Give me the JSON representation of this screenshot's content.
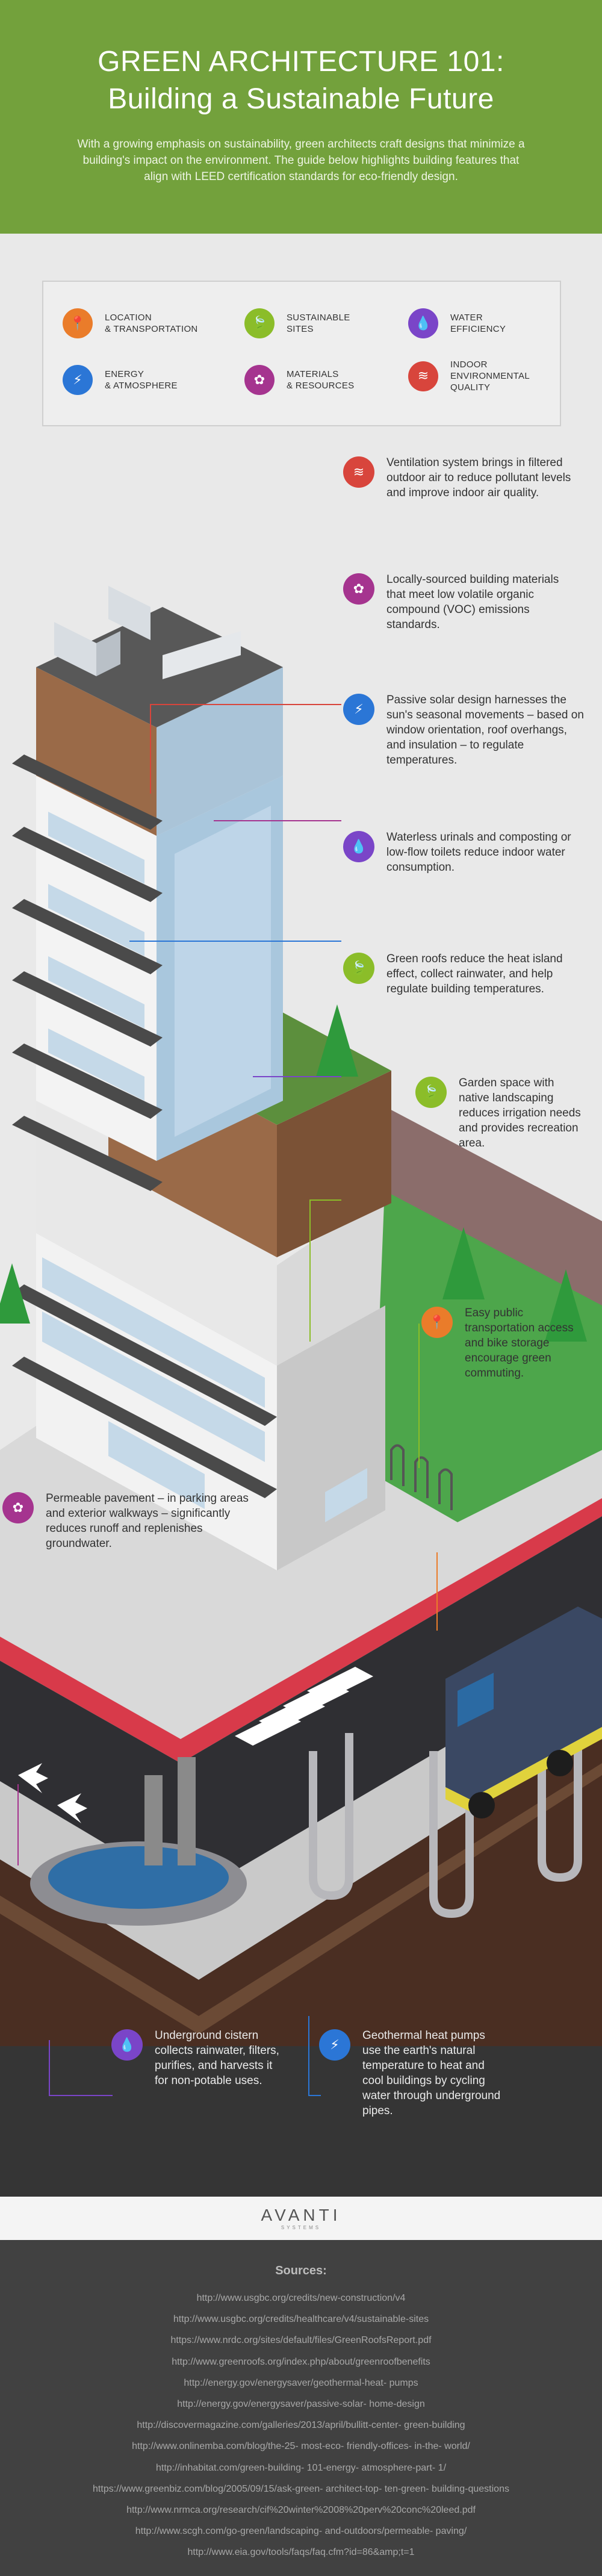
{
  "header": {
    "title_line1": "GREEN ARCHITECTURE 101:",
    "title_line2": "Building a Sustainable Future",
    "intro": "With a growing emphasis on sustainability, green architects craft designs that minimize a building's impact on the environment. The guide below highlights building features that align with LEED certification standards for eco-friendly design."
  },
  "colors": {
    "header_green": "#73a13c",
    "location": "#ea7c2a",
    "sites": "#8bbd29",
    "water": "#7a45c8",
    "energy": "#2b76d6",
    "materials": "#a5348f",
    "indoor": "#d8453c"
  },
  "legend": [
    {
      "label": "LOCATION\n& TRANSPORTATION",
      "icon": "map-pin-icon",
      "glyph": "📍"
    },
    {
      "label": "SUSTAINABLE\nSITES",
      "icon": "leaf-icon",
      "glyph": "🍃"
    },
    {
      "label": "WATER\nEFFICIENCY",
      "icon": "water-drop-icon",
      "glyph": "💧"
    },
    {
      "label": "ENERGY\n& ATMOSPHERE",
      "icon": "lightning-icon",
      "glyph": "⚡"
    },
    {
      "label": "MATERIALS\n& RESOURCES",
      "icon": "recycle-icon",
      "glyph": "✿"
    },
    {
      "label": "INDOOR\nENVIRONMENTAL\nQUALITY",
      "icon": "air-flow-icon",
      "glyph": "≋"
    }
  ],
  "callouts": {
    "ventilation": "Ventilation system brings in filtered outdoor air to reduce pollutant levels and improve indoor air quality.",
    "materials": "Locally-sourced building materials that meet low volatile organic compound (VOC) emissions standards.",
    "solar": "Passive solar design harnesses the sun's seasonal movements – based on window orientation, roof overhangs, and insulation – to regulate temperatures.",
    "urinals": "Waterless urinals and composting or low-flow toilets reduce indoor water consumption.",
    "green_roofs": "Green roofs reduce the heat island effect, collect rainwater, and help regulate building temperatures.",
    "garden": "Garden space with native landscaping reduces irrigation needs and provides recreation area.",
    "transport": "Easy public transportation access and bike storage encourage green commuting.",
    "pavement": "Permeable pavement – in parking areas and exterior walkways – significantly reduces runoff and replenishes groundwater.",
    "cistern": "Underground cistern collects rainwater, filters, purifies, and harvests it for non-potable uses.",
    "geothermal": "Geothermal heat pumps use the earth's natural temperature to heat and cool buildings by cycling water through underground pipes."
  },
  "logo": {
    "name": "AVANTI",
    "sub": "SYSTEMS"
  },
  "sources": {
    "title": "Sources:",
    "items": [
      "http://www.usgbc.org/credits/new-construction/v4",
      "http://www.usgbc.org/credits/healthcare/v4/sustainable-sites",
      "https://www.nrdc.org/sites/default/files/GreenRoofsReport.pdf",
      "http://www.greenroofs.org/index.php/about/greenroofbenefits",
      "http://energy.gov/energysaver/geothermal-heat- pumps",
      "http://energy.gov/energysaver/passive-solar- home-design",
      "http://discovermagazine.com/galleries/2013/april/bullitt-center- green-building",
      "http://www.onlinemba.com/blog/the-25- most-eco- friendly-offices- in-the- world/",
      "http://inhabitat.com/green-building- 101-energy- atmosphere-part- 1/",
      "https://www.greenbiz.com/blog/2005/09/15/ask-green- architect-top- ten-green- building-questions",
      "http://www.nrmca.org/research/cif%20winter%2008%20perv%20conc%20leed.pdf",
      "http://www.scgh.com/go-green/landscaping- and-outdoors/permeable- paving/",
      "http://www.eia.gov/tools/faqs/faq.cfm?id=86&amp;t=1"
    ]
  }
}
